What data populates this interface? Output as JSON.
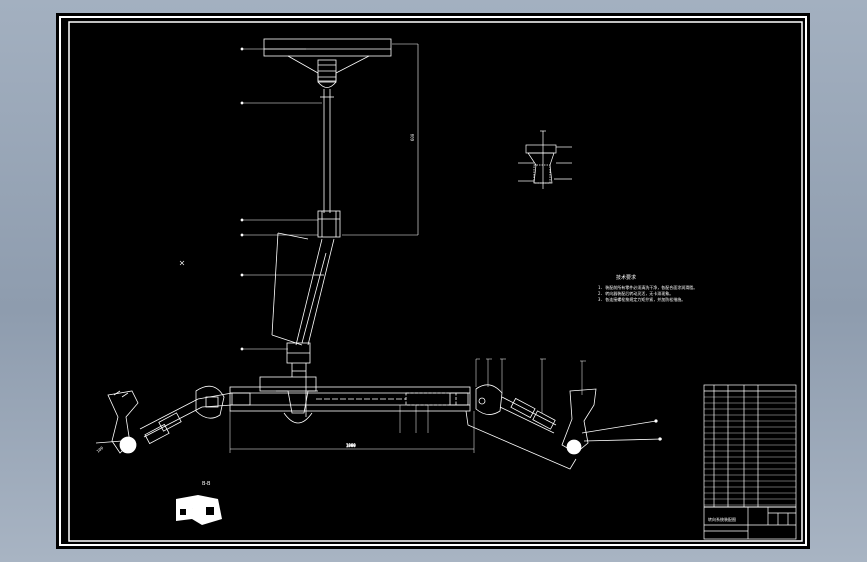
{
  "drawing": {
    "background": "#000000",
    "line_color": "#ffffff",
    "page_color": "#9aa8b8",
    "views": {
      "section_label": "B-B",
      "main_view": "steering-system-assembly",
      "detail_view": "column-joint-detail"
    },
    "notes": {
      "title": "技术要求",
      "lines": [
        "1. 装配前所有零件必须清洗干净，各配合面涂润滑脂。",
        "2. 转向器装配后转动灵活，无卡滞现象。",
        "3. 各连接螺栓按规定力矩拧紧，并加防松措施。"
      ]
    },
    "title_block": {
      "drawing_title": "转向系统装配图"
    }
  }
}
